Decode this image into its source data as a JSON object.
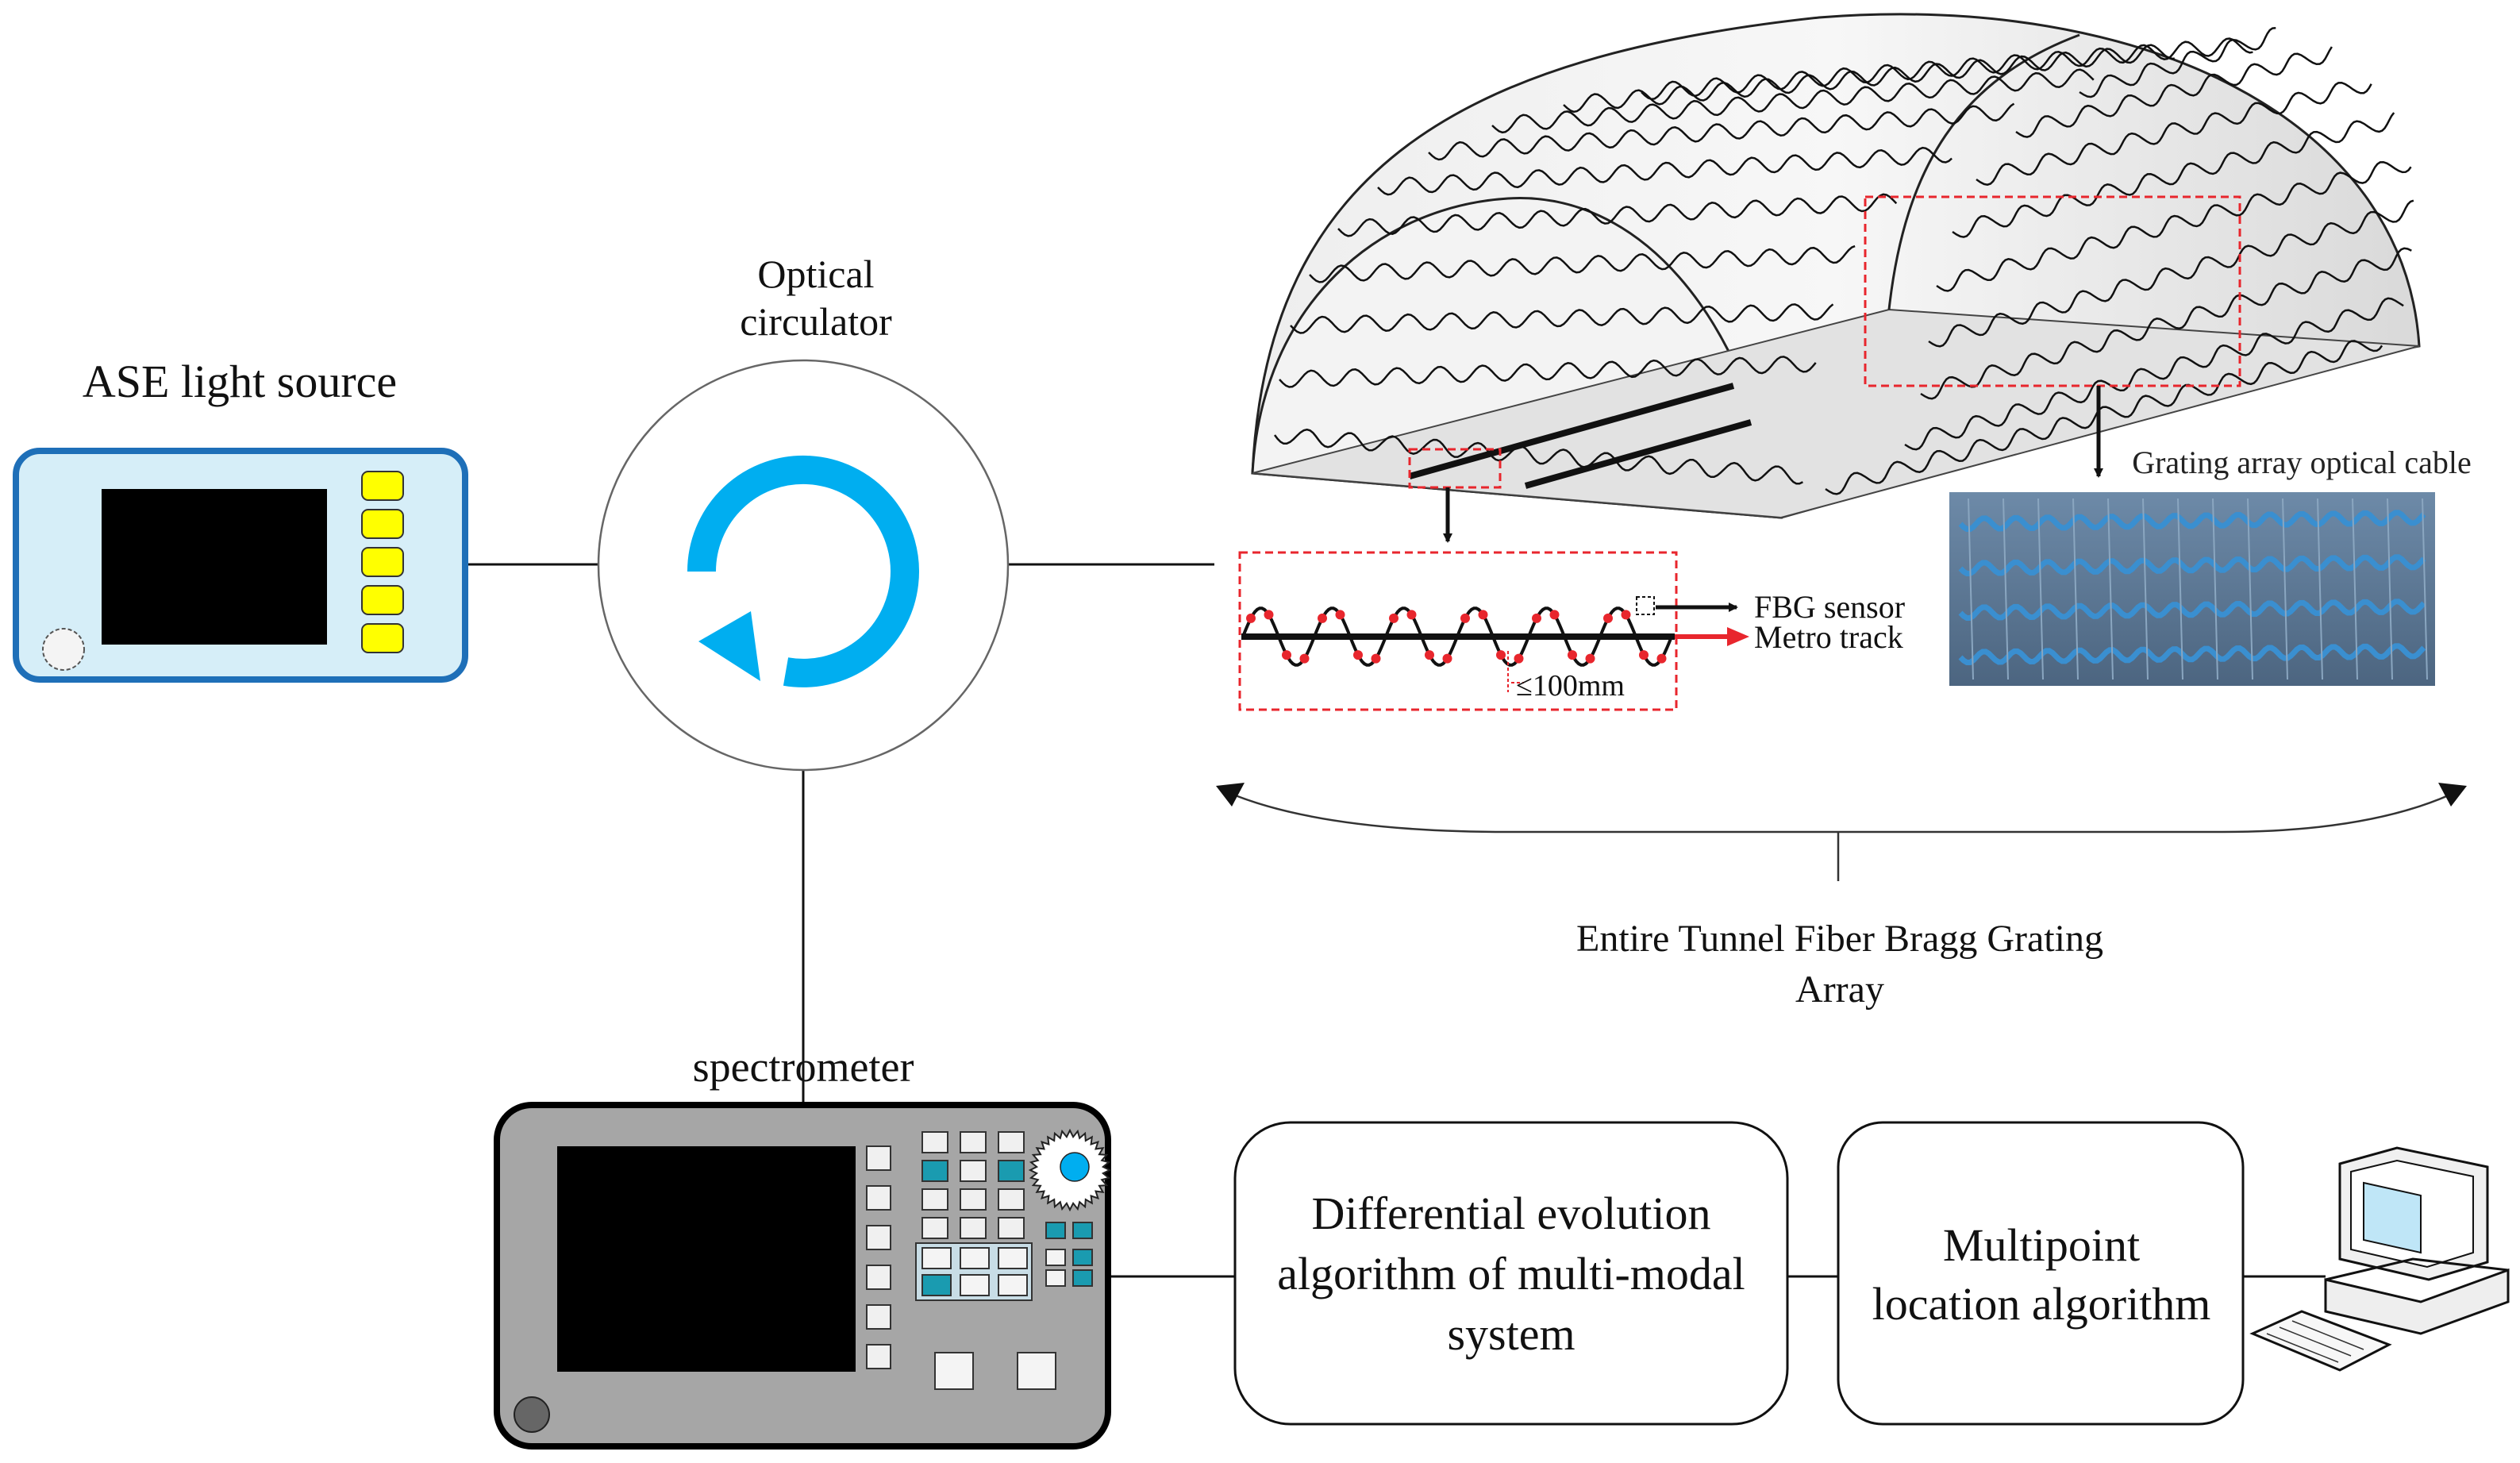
{
  "labels": {
    "ase_light_source": "ASE light source",
    "optical_circulator_line1": "Optical",
    "optical_circulator_line2": "circulator",
    "spectrometer": "spectrometer",
    "grating_array_optical_cable": "Grating array optical cable",
    "fbg_sensor": "FBG sensor",
    "metro_track": "Metro track",
    "spacing": "≤100mm",
    "tunnel_line1": "Entire Tunnel Fiber Bragg Grating",
    "tunnel_line2": "Array",
    "de_line1": "Differential evolution",
    "de_line2": "algorithm of multi-modal",
    "de_line3": "system",
    "mp_line1": "Multipoint",
    "mp_line2": "location algorithm"
  },
  "colors": {
    "ase_body": "#d6eef8",
    "ase_border": "#1e6fb8",
    "ase_buttons": "#ffff00",
    "circulator_arrow": "#00aef0",
    "spectrometer_body": "#a6a6a6",
    "spectrometer_accent": "#1a9bb0",
    "highlight_box": "#e8262d",
    "fbg_dot": "#e8262d",
    "cable_photo_bg": "#5a7a99",
    "cable_blue": "#3a8fd0"
  },
  "icons": {
    "circulator": "circular-arrow-icon",
    "computer": "desktop-computer-icon",
    "knob": "gear-knob-icon"
  }
}
